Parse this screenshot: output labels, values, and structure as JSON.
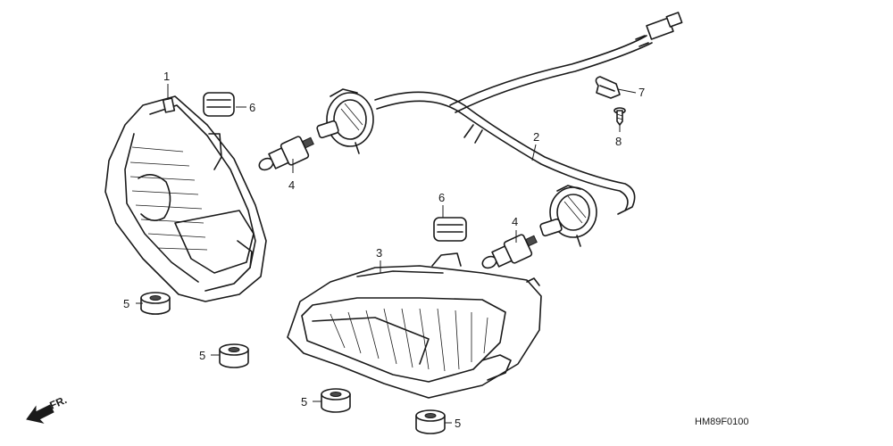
{
  "callouts": {
    "c1": "1",
    "c2": "2",
    "c3": "3",
    "c4a": "4",
    "c4b": "4",
    "c5a": "5",
    "c5b": "5",
    "c5c": "5",
    "c5d": "5",
    "c6a": "6",
    "c6b": "6",
    "c7": "7",
    "c8": "8"
  },
  "direction_label": "FR.",
  "diagram_code": "HM89F0100"
}
